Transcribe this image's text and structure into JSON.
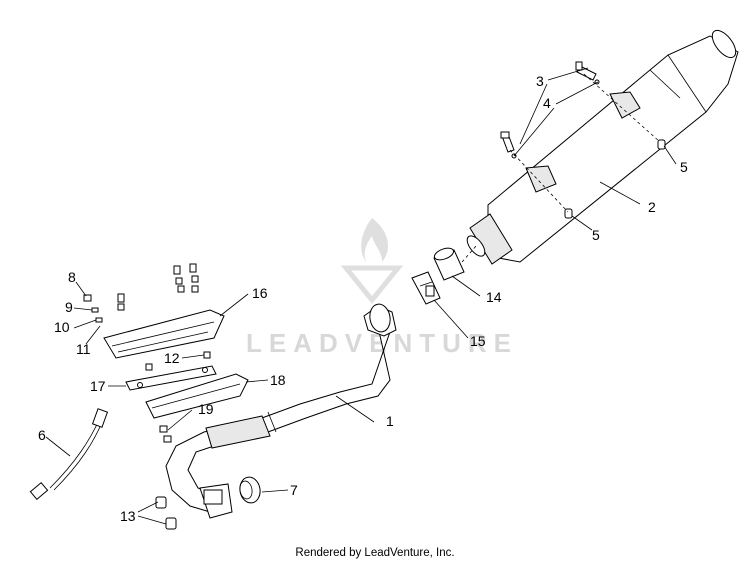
{
  "diagram": {
    "watermark_text": "LEADVENTURE",
    "footer": "Rendered by LeadVenture, Inc.",
    "callouts": {
      "c1": "1",
      "c2": "2",
      "c3": "3",
      "c4": "4",
      "c5a": "5",
      "c5b": "5",
      "c6": "6",
      "c7": "7",
      "c8": "8",
      "c9": "9",
      "c10": "10",
      "c11": "11",
      "c12": "12",
      "c13": "13",
      "c14": "14",
      "c15": "15",
      "c16": "16",
      "c17": "17",
      "c18": "18",
      "c19": "19"
    }
  }
}
